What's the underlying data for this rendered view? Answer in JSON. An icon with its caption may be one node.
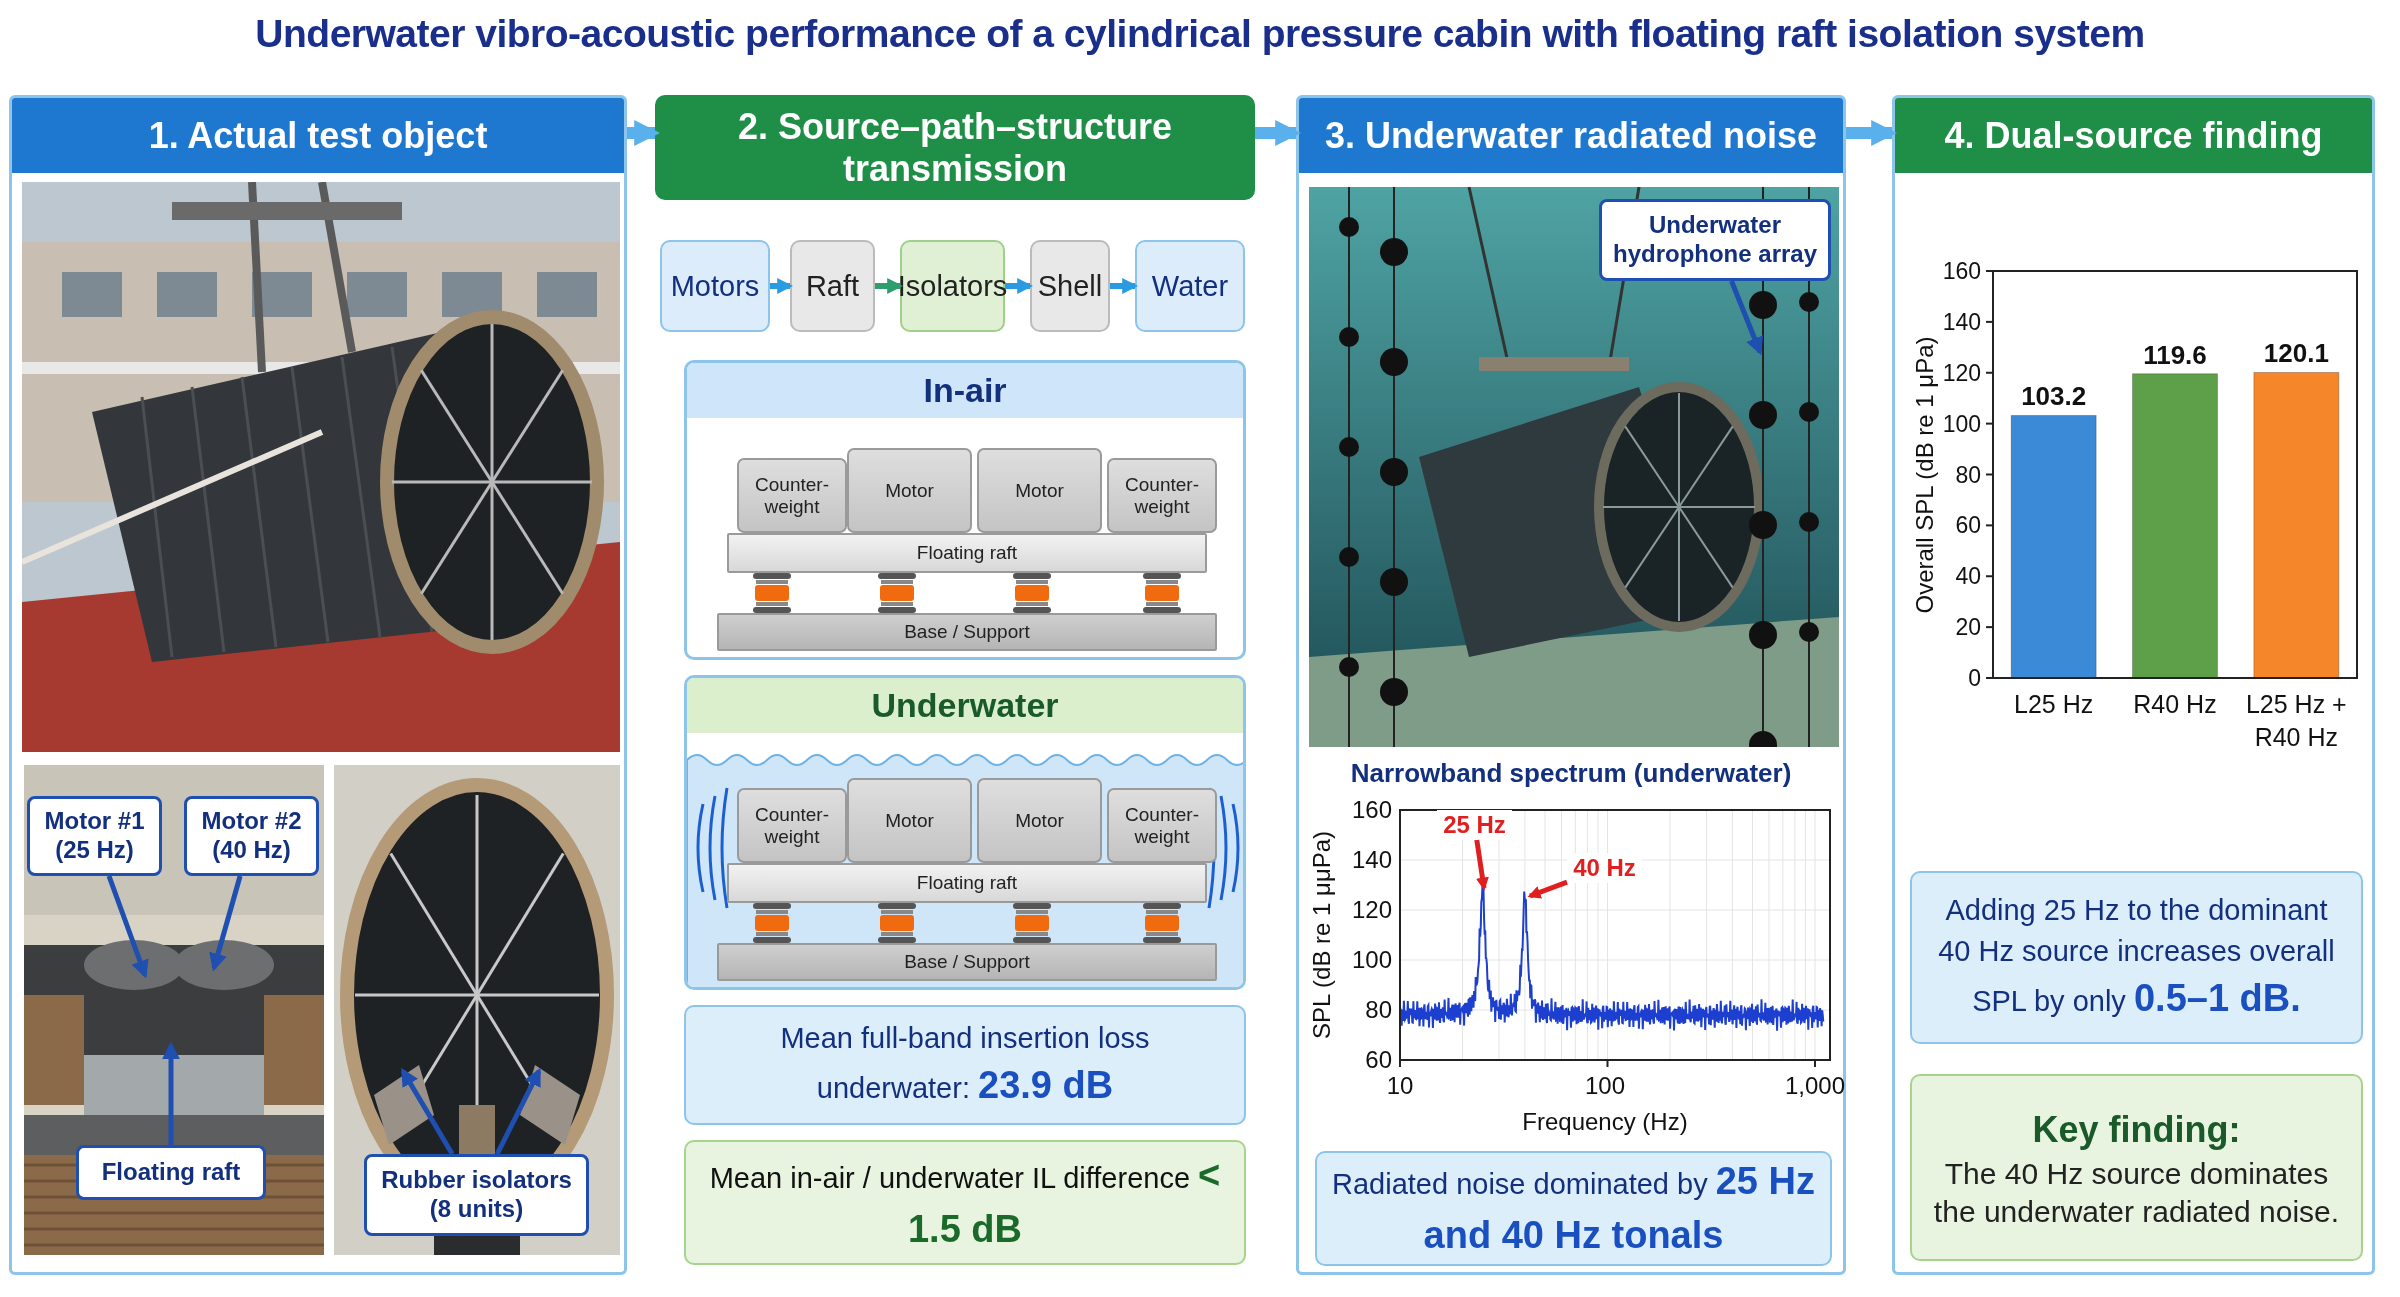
{
  "diagram": {
    "title": "Underwater vibro-acoustic performance of a cylindrical pressure cabin with floating raft isolation system",
    "nodes": [
      {
        "text": [
          "1. Actual test object"
        ]
      },
      {
        "text": [
          "Motor #1 (25 Hz)"
        ],
        "in": 0
      },
      {
        "text": [
          "Motor #2 (40 Hz)"
        ],
        "in": 0
      },
      {
        "text": [
          "Floating raft"
        ],
        "in": 0
      },
      {
        "text": [
          "Rubber isolators (8 units)"
        ],
        "in": 0
      },
      {
        "text": [
          "2. Source–path–structure transmission"
        ]
      },
      {
        "text": [
          "Motors"
        ],
        "in": 5
      },
      {
        "text": [
          "Raft"
        ],
        "in": 5
      },
      {
        "text": [
          "Isolators"
        ],
        "in": 5
      },
      {
        "text": [
          "Shell"
        ],
        "in": 5
      },
      {
        "text": [
          "Water"
        ],
        "in": 5
      },
      {
        "text": [
          "In-air"
        ],
        "in": 5
      },
      {
        "text": [
          "Counter-weight"
        ],
        "in": 11
      },
      {
        "text": [
          "Motor"
        ],
        "in": 11
      },
      {
        "text": [
          "Motor"
        ],
        "in": 11
      },
      {
        "text": [
          "Counter-weight"
        ],
        "in": 11
      },
      {
        "text": [
          "Floating raft"
        ],
        "in": 11
      },
      {
        "text": [
          "Base / Support"
        ],
        "in": 11
      },
      {
        "text": [
          "Underwater"
        ],
        "in": 5
      },
      {
        "text": [
          "Counter-weight"
        ],
        "in": 18
      },
      {
        "text": [
          "Motor"
        ],
        "in": 18
      },
      {
        "text": [
          "Motor"
        ],
        "in": 18
      },
      {
        "text": [
          "Counter-weight"
        ],
        "in": 18
      },
      {
        "text": [
          "Floating raft"
        ],
        "in": 18
      },
      {
        "text": [
          "Base / Support"
        ],
        "in": 18
      },
      {
        "text": [
          "Mean full-band insertion loss underwater: **23.9 dB**"
        ],
        "in": 5
      },
      {
        "text": [
          "Mean in-air / underwater IL difference **< 1.5 dB**"
        ],
        "in": 5
      },
      {
        "text": [
          "3. Underwater radiated noise"
        ]
      },
      {
        "text": [
          "Underwater hydrophone array"
        ],
        "in": 27
      },
      {
        "text": [
          "25 Hz"
        ],
        "in": 27
      },
      {
        "text": [
          "40 Hz"
        ],
        "in": 27
      },
      {
        "text": [
          "Radiated noise dominated by **25 Hz and 40 Hz tonals**"
        ],
        "in": 27
      },
      {
        "text": [
          "4. Dual-source finding"
        ]
      },
      {
        "text": [
          "Adding 25 Hz to the dominant 40 Hz source increases overall SPL by only **0.5–1 dB.**"
        ],
        "in": 32
      },
      {
        "text": [
          "Key finding:",
          "The 40 Hz source dominates the underwater radiated noise."
        ],
        "in": 32
      }
    ],
    "edges": [
      {
        "from": 0,
        "to": 5,
        "arrow": "to",
        "style": "thick",
        "color": "#5ab0ec"
      },
      {
        "from": 5,
        "to": 27,
        "arrow": "to",
        "style": "thick",
        "color": "#5ab0ec"
      },
      {
        "from": 27,
        "to": 32,
        "arrow": "to",
        "style": "thick",
        "color": "#5ab0ec"
      },
      {
        "from": 6,
        "to": 7,
        "arrow": "to"
      },
      {
        "from": 7,
        "to": 8,
        "arrow": "to",
        "color": "#2e9e6e"
      },
      {
        "from": 8,
        "to": 9,
        "arrow": "to"
      },
      {
        "from": 9,
        "to": 10,
        "arrow": "to"
      },
      {
        "from": 1,
        "to": null,
        "arrow": "to"
      },
      {
        "from": 2,
        "to": null,
        "arrow": "to"
      },
      {
        "from": 3,
        "to": null,
        "arrow": "to"
      },
      {
        "from": 4,
        "to": null,
        "arrow": "to"
      },
      {
        "from": 4,
        "to": null,
        "arrow": "to"
      },
      {
        "from": 28,
        "to": null,
        "arrow": "to"
      },
      {
        "from": 29,
        "to": null,
        "arrow": "to",
        "color": "#e02020"
      },
      {
        "from": 30,
        "to": null,
        "arrow": "to",
        "color": "#e02020"
      }
    ],
    "labels": [
      "Narrowband spectrum (underwater)",
      "160",
      "140",
      "120",
      "100",
      "80",
      "60",
      "SPL (dB re 1 μμPa)",
      "10",
      "100",
      "1,000",
      "Frequency (Hz)"
    ],
    "chart_data": {
      "type": "bar",
      "ylabel": "Overall SPL (dB re 1 μPa)",
      "categories": [
        "L25 Hz",
        "R40 Hz",
        "L25 Hz + R40 Hz"
      ],
      "series": [
        {
          "values": [
            103.2,
            119.6,
            120.1
          ]
        }
      ],
      "ylim": [
        0,
        160
      ],
      "yticks": [
        0,
        20,
        40,
        60,
        80,
        100,
        120,
        140,
        160
      ],
      "data_labels": true
    }
  }
}
